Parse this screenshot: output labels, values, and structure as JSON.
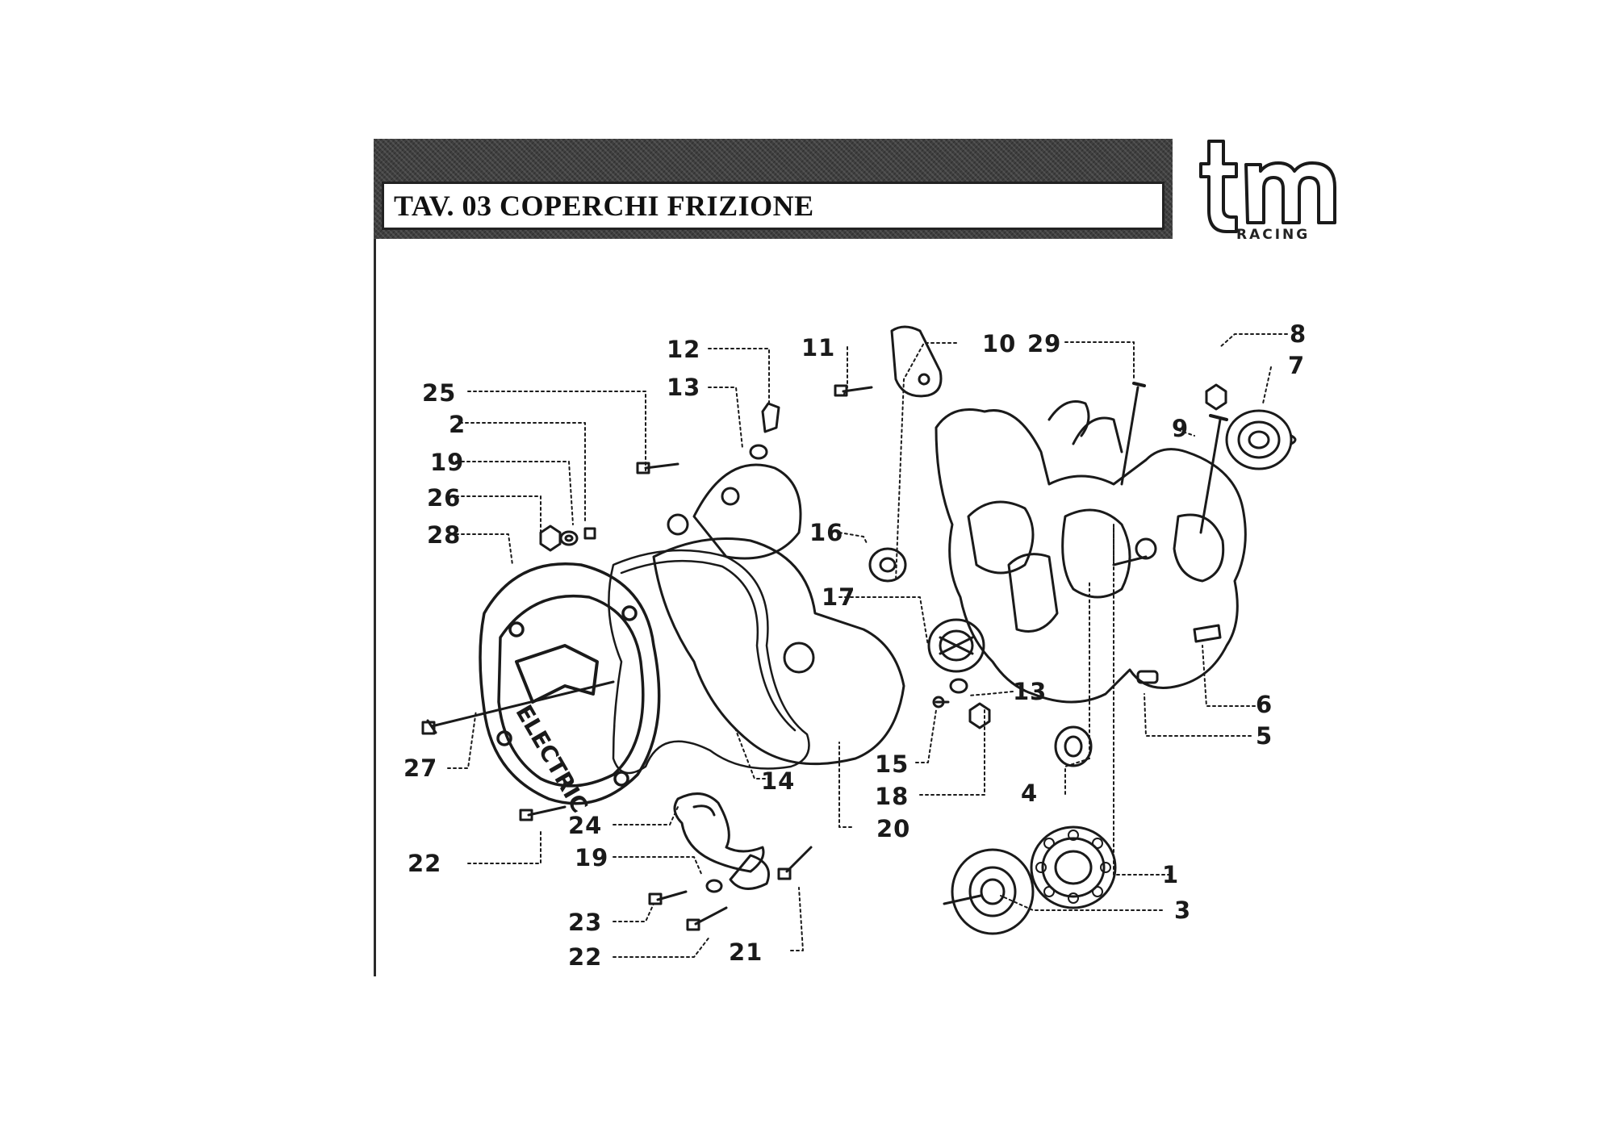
{
  "header": {
    "title": "TAV. 03 COPERCHI FRIZIONE"
  },
  "logo": {
    "mark": "tm",
    "subtitle": "RACING"
  },
  "part_labels": [
    {
      "id": "label-1",
      "text": "1"
    },
    {
      "id": "label-2",
      "text": "2"
    },
    {
      "id": "label-3",
      "text": "3"
    },
    {
      "id": "label-4",
      "text": "4"
    },
    {
      "id": "label-5",
      "text": "5"
    },
    {
      "id": "label-6",
      "text": "6"
    },
    {
      "id": "label-7",
      "text": "7"
    },
    {
      "id": "label-8",
      "text": "8"
    },
    {
      "id": "label-9",
      "text": "9"
    },
    {
      "id": "label-10",
      "text": "10"
    },
    {
      "id": "label-11",
      "text": "11"
    },
    {
      "id": "label-12",
      "text": "12"
    },
    {
      "id": "label-13-top",
      "text": "13"
    },
    {
      "id": "label-13-mid",
      "text": "13"
    },
    {
      "id": "label-14",
      "text": "14"
    },
    {
      "id": "label-15",
      "text": "15"
    },
    {
      "id": "label-16",
      "text": "16"
    },
    {
      "id": "label-17",
      "text": "17"
    },
    {
      "id": "label-18",
      "text": "18"
    },
    {
      "id": "label-19-top",
      "text": "19"
    },
    {
      "id": "label-19-bottom",
      "text": "19"
    },
    {
      "id": "label-20",
      "text": "20"
    },
    {
      "id": "label-21",
      "text": "21"
    },
    {
      "id": "label-22-left",
      "text": "22"
    },
    {
      "id": "label-22-bottom",
      "text": "22"
    },
    {
      "id": "label-23",
      "text": "23"
    },
    {
      "id": "label-24",
      "text": "24"
    },
    {
      "id": "label-25",
      "text": "25"
    },
    {
      "id": "label-26",
      "text": "26"
    },
    {
      "id": "label-27",
      "text": "27"
    },
    {
      "id": "label-28",
      "text": "28"
    },
    {
      "id": "label-29",
      "text": "29"
    }
  ],
  "cover_text": "ELECTRIC"
}
